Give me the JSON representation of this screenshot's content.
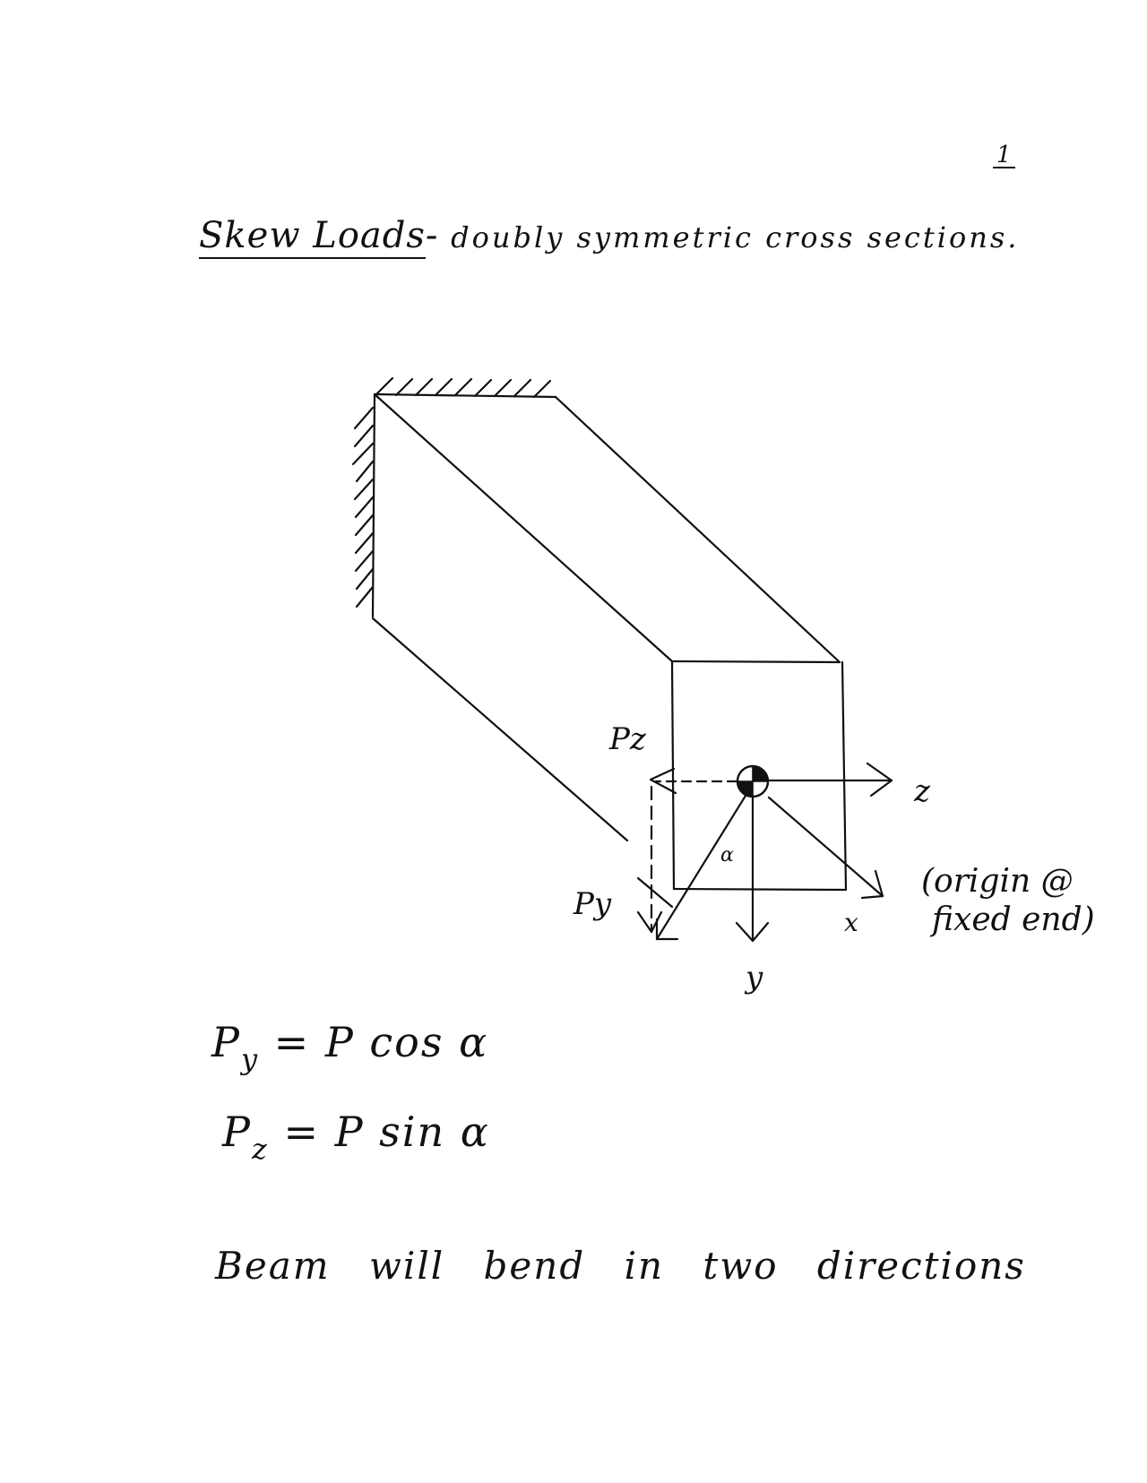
{
  "page": {
    "number": "1",
    "background": "#ffffff",
    "ink_color": "#111111"
  },
  "title": {
    "underlined": "Skew Loads",
    "separator": "-",
    "rest": "doubly symmetric cross sections."
  },
  "diagram": {
    "type": "isometric cantilever beam with fixed end (hatched wall) and skew load at free end",
    "labels": {
      "load_z": "Pz",
      "load_y": "Py",
      "axis_z": "z",
      "axis_y": "y",
      "axis_x": "x",
      "angle": "α",
      "origin_note_line1": "(origin @",
      "origin_note_line2": "fixed end)"
    },
    "icons": {
      "centroid": "centroid-symbol",
      "support": "fixed-wall-hatching"
    }
  },
  "equations": [
    {
      "lhs": "P",
      "lhs_sub": "y",
      "rhs": "= P cos α"
    },
    {
      "lhs": "P",
      "lhs_sub": "z",
      "rhs": "= P sin α"
    }
  ],
  "conclusion": "Beam will bend in two directions"
}
